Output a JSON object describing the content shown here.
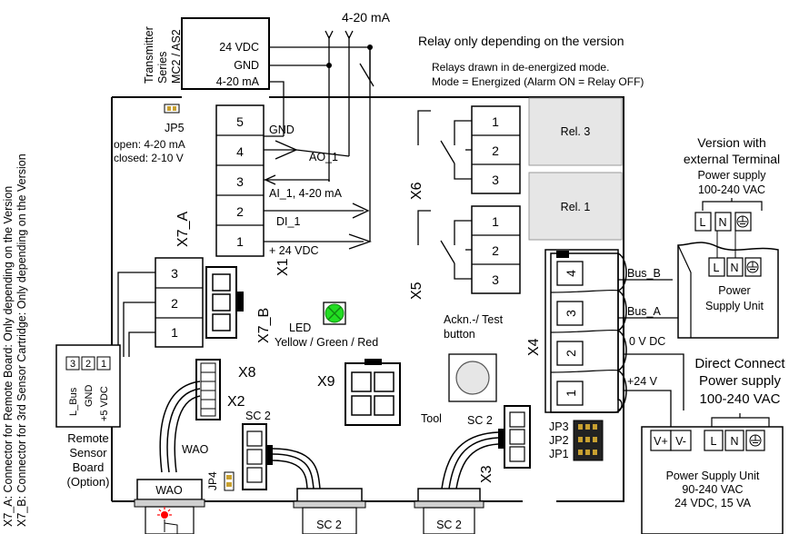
{
  "side_notes": {
    "x7a": "X7_A: Connector for Remote Board: Only depending on the Version",
    "x7b": "X7_B: Connector for 3rd Sensor Cartridge: Only depending on the Version"
  },
  "transmitter": {
    "title": [
      "Transmitter",
      "Series",
      "MC2 / AS2"
    ],
    "terminals": [
      "24 VDC",
      "GND",
      "4-20 mA"
    ]
  },
  "signal_label": "4-20 mA",
  "relay_note": {
    "title": "Relay only depending on the version",
    "line1": "Relays drawn in de-energized mode.",
    "line2": "Mode = Energized (Alarm ON = Relay OFF)"
  },
  "jp5": {
    "label": "JP5",
    "open": "open: 4-20 mA",
    "closed": "closed: 2-10 V"
  },
  "x1": {
    "label": "X1",
    "pins": [
      "5",
      "4",
      "3",
      "2",
      "1"
    ],
    "signals": {
      "gnd": "GND",
      "ao": "AO_1",
      "ai": "AI_1, 4-20 mA",
      "di": "DI_1",
      "v24": "+ 24 VDC"
    }
  },
  "x7a": {
    "label": "X7_A",
    "pins": [
      "3",
      "2",
      "1"
    ]
  },
  "x7b": {
    "label": "X7_B"
  },
  "remote_board": {
    "pins": [
      "3",
      "2",
      "1"
    ],
    "signals": [
      "L_Bus",
      "GND",
      "+5 VDC"
    ],
    "caption": [
      "Remote",
      "Sensor",
      "Board",
      "(Option)"
    ]
  },
  "x6": {
    "label": "X6",
    "pins": [
      "1",
      "2",
      "3"
    ],
    "relay": "Rel. 3"
  },
  "x5": {
    "label": "X5",
    "pins": [
      "1",
      "2",
      "3"
    ],
    "relay": "Rel. 1"
  },
  "led": {
    "label": "LED",
    "colors": "Yellow / Green / Red"
  },
  "x8": {
    "label": "X8",
    "cable": "WAO"
  },
  "x9": {
    "label": "X9"
  },
  "x2": {
    "label": "X2",
    "sc": "SC 2"
  },
  "x3": {
    "label": "X3",
    "sc": "SC 2"
  },
  "jp4": {
    "label": "JP4"
  },
  "ackn": {
    "line1": "Ackn.-/ Test",
    "line2": "button",
    "tool": "Tool"
  },
  "x4": {
    "label": "X4",
    "pins": [
      "4",
      "3",
      "2",
      "1"
    ],
    "signals": [
      "Bus_B",
      "Bus_A",
      "0 V DC",
      "+24 V"
    ]
  },
  "jumpers": [
    "JP3",
    "JP2",
    "JP1"
  ],
  "bottom_connectors": [
    "WAO",
    "SC 2",
    "SC 2"
  ],
  "external_terminal": {
    "title": [
      "Version with",
      "external Terminal"
    ],
    "supply": [
      "Power supply",
      "100-240 VAC"
    ],
    "terminals": [
      "L",
      "N"
    ],
    "unit": [
      "Power",
      "Supply Unit"
    ]
  },
  "direct_connect": {
    "title": [
      "Direct Connect",
      "Power supply",
      "100-240 VAC"
    ],
    "dc_terminals": [
      "V+",
      "V-"
    ],
    "ac_terminals": [
      "L",
      "N"
    ],
    "unit": [
      "Power Supply Unit",
      "90-240 VAC",
      "24 VDC, 15 VA"
    ]
  },
  "colors": {
    "line": "#000000",
    "relay_fill": "#e6e6e6",
    "connector_fill": "#d0d0d0",
    "led_fill": "#22dd22",
    "led_dark": "#118811",
    "lamp_red": "#ff0000",
    "jumper_fill": "#c8a030"
  }
}
